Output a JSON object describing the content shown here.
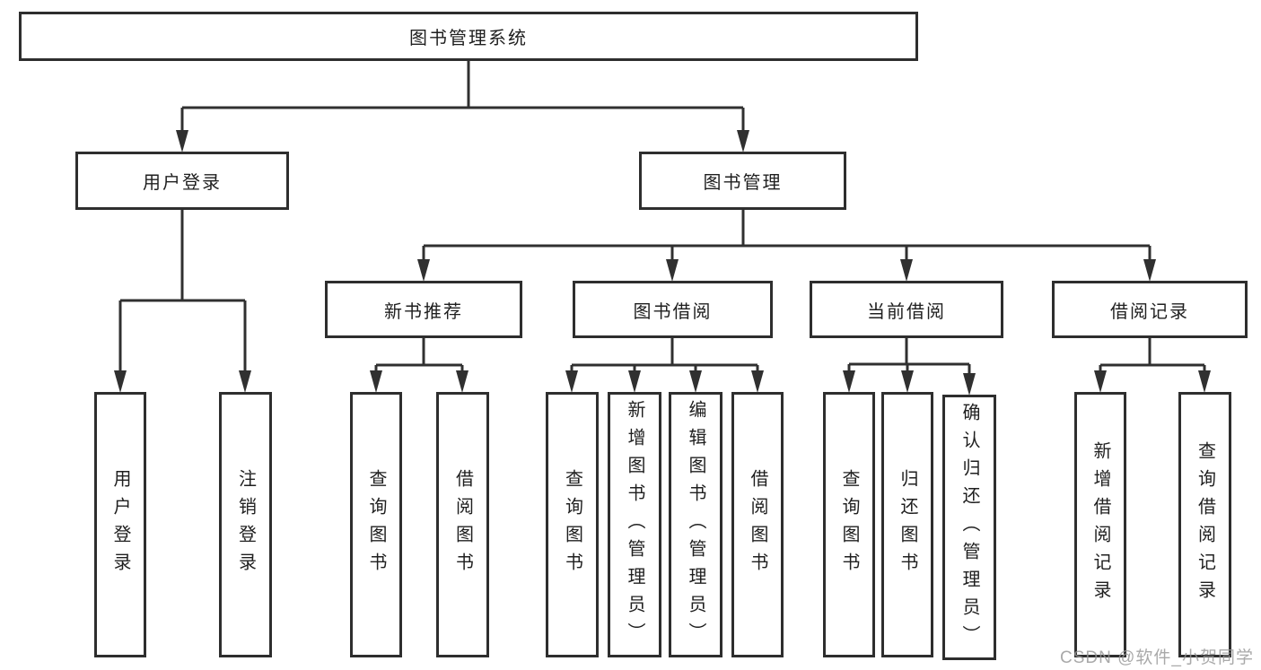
{
  "diagram": {
    "root": "图书管理系统",
    "level2": {
      "user_login": "用户登录",
      "book_management": "图书管理"
    },
    "level3": {
      "new_book_recommend": "新书推荐",
      "book_borrowing": "图书借阅",
      "current_borrowing": "当前借阅",
      "borrowing_records": "借阅记录"
    },
    "leaves": {
      "user_login": {
        "login": "用户登录",
        "logout": "注销登录"
      },
      "new_book_recommend": {
        "query_books": "查询图书",
        "borrow_books": "借阅图书"
      },
      "book_borrowing": {
        "query_books": "查询图书",
        "add_books_admin": "新增图书（管理员）",
        "edit_books_admin": "编辑图书（管理员）",
        "borrow_books": "借阅图书"
      },
      "current_borrowing": {
        "query_books": "查询图书",
        "return_books": "归还图书",
        "confirm_return_admin": "确认归还（管理员）"
      },
      "borrowing_records": {
        "add_record": "新增借阅记录",
        "query_record": "查询借阅记录"
      }
    }
  },
  "watermark": {
    "text": "CSDN @软件_小贺同学"
  },
  "colors": {
    "line": "#303030",
    "border": "#2e2e2e",
    "text": "#1f1f1f",
    "background": "#ffffff",
    "watermark": "#969696"
  }
}
